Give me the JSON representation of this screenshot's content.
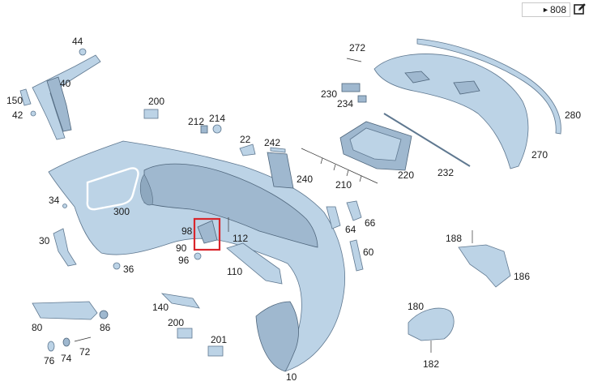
{
  "reference": {
    "arrow": "►",
    "number": "808"
  },
  "icons": {
    "edit": "edit-icon"
  },
  "highlight_color": "#d9262c",
  "labels": {
    "p10": "10",
    "p22": "22",
    "p30": "30",
    "p34": "34",
    "p36": "36",
    "p40": "40",
    "p42": "42",
    "p44": "44",
    "p60": "60",
    "p64": "64",
    "p66": "66",
    "p72": "72",
    "p74": "74",
    "p76": "76",
    "p80": "80",
    "p86": "86",
    "p90": "90",
    "p96": "96",
    "p98": "98",
    "p110": "110",
    "p112": "112",
    "p140": "140",
    "p150": "150",
    "p180": "180",
    "p182": "182",
    "p186": "186",
    "p188": "188",
    "p200a": "200",
    "p200b": "200",
    "p201": "201",
    "p210": "210",
    "p212": "212",
    "p214": "214",
    "p220": "220",
    "p230": "230",
    "p232": "232",
    "p234": "234",
    "p240": "240",
    "p242": "242",
    "p270": "270",
    "p272": "272",
    "p280": "280",
    "p300": "300"
  }
}
